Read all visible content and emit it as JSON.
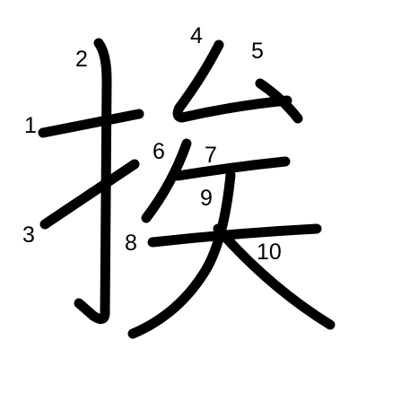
{
  "stroke_numbers": [
    "1",
    "2",
    "3",
    "4",
    "5",
    "6",
    "7",
    "8",
    "9",
    "10"
  ]
}
